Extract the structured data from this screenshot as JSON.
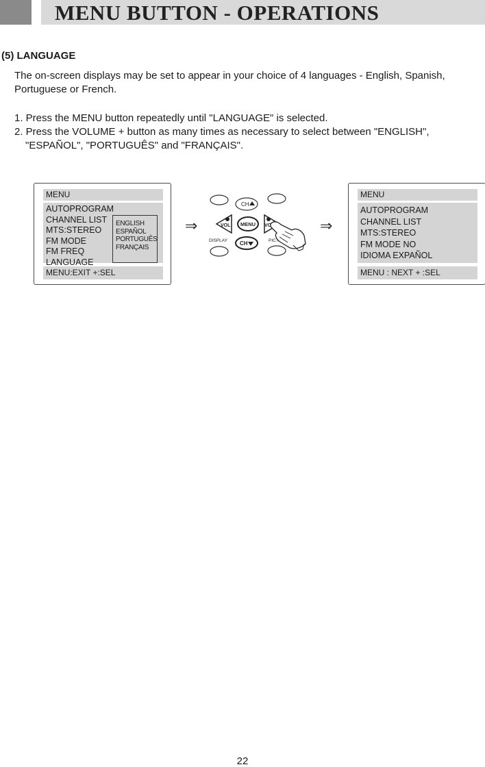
{
  "header": {
    "title": "MENU BUTTON - OPERATIONS"
  },
  "section": {
    "title": "(5) LANGUAGE",
    "intro": "The on-screen displays may be set to appear in your choice of 4 languages - English, Spanish, Portuguese or French.",
    "step1": "1. Press the MENU button repeatedly until \"LANGUAGE\" is selected.",
    "step2_line1": "2. Press the VOLUME + button as many times as necessary to select between \"ENGLISH\",",
    "step2_line2": "\"ESPAÑOL\", \"PORTUGUÊS\" and \"FRANÇAIS\"."
  },
  "screen_left": {
    "header": "MENU",
    "items": [
      "AUTOPROGRAM",
      "CHANNEL LIST",
      "MTS:STEREO",
      "FM MODE",
      "FM FREQ",
      "LANGUAGE"
    ],
    "languages": [
      "ENGLISH",
      "ESPAÑOL",
      "PORTUGUÊS",
      "FRANÇAIS"
    ],
    "footer": "MENU:EXIT +:SEL"
  },
  "screen_right": {
    "header": "MENU",
    "items": [
      "AUTOPROGRAM",
      "CHANNEL LIST",
      "MTS:STEREO",
      "FM MODE NO",
      "IDIOMA EXPAÑOL"
    ],
    "footer": "MENU : NEXT  + :SEL"
  },
  "remote": {
    "ch_up": "CH",
    "ch_down": "CH",
    "vol_left": "VOL",
    "vol_right": "VOL",
    "menu": "MENU",
    "display": "DISPLAY",
    "pict": "PICT"
  },
  "arrows": {
    "symbol": "⇒"
  },
  "page_number": "22"
}
